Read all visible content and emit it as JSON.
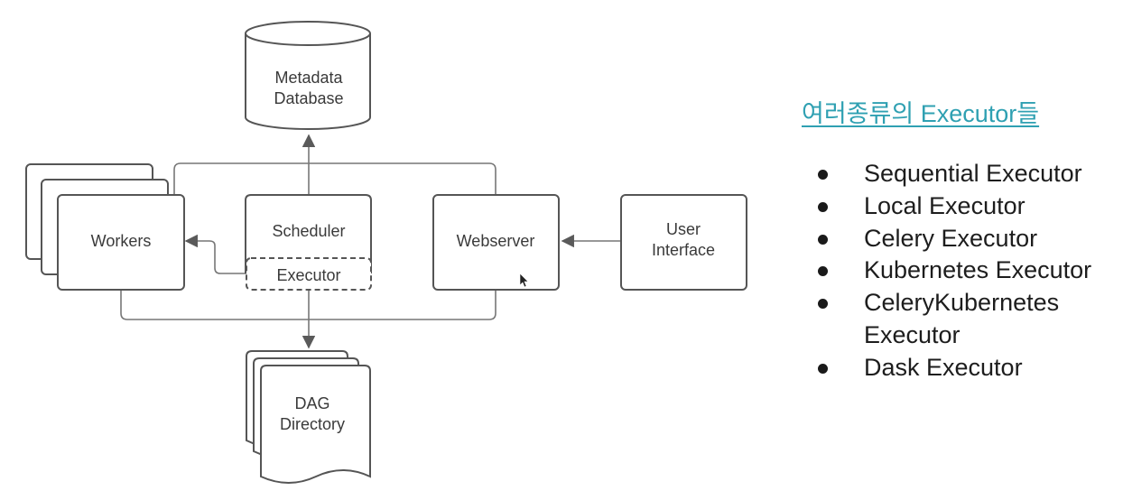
{
  "diagram": {
    "metadata_db": {
      "line1": "Metadata",
      "line2": "Database"
    },
    "workers": "Workers",
    "scheduler": "Scheduler",
    "executor": "Executor",
    "webserver": "Webserver",
    "user_interface": {
      "line1": "User",
      "line2": "Interface"
    },
    "dag_directory": {
      "line1": "DAG",
      "line2": "Directory"
    }
  },
  "panel": {
    "title": "여러종류의 Executor들",
    "items": [
      "Sequential Executor",
      "Local Executor",
      "Celery Executor",
      "Kubernetes Executor",
      "CeleryKubernetes Executor",
      "Dask Executor"
    ]
  },
  "colors": {
    "title_accent": "#2fa0b2",
    "line": "#5a5a5a",
    "text": "#3a3a3a"
  }
}
